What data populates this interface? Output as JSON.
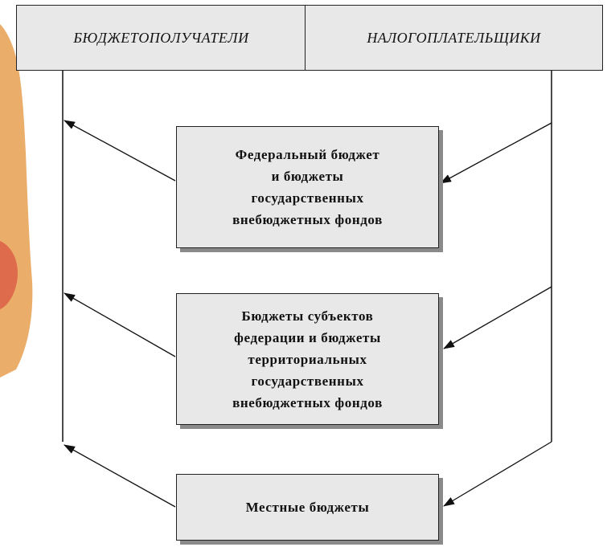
{
  "colors": {
    "background": "#ffffff",
    "box_fill": "#e8e8e8",
    "box_border": "#222222",
    "shadow": "#8a8a8a",
    "line": "#111111",
    "decor_orange": "#e8a050",
    "decor_red": "#d85040"
  },
  "header": {
    "left_label": "БЮДЖЕТОПОЛУЧАТЕЛИ",
    "right_label": "НАЛОГОПЛАТЕЛЬЩИКИ"
  },
  "levels": [
    {
      "label": "Федеральный бюджет\nи бюджеты\nгосударственных\nвнебюджетных фондов"
    },
    {
      "label": "Бюджеты субъектов\nфедерации и бюджеты\nтерриториальных\nгосударственных\nвнебюджетных фондов"
    },
    {
      "label": "Местные бюджеты"
    }
  ]
}
